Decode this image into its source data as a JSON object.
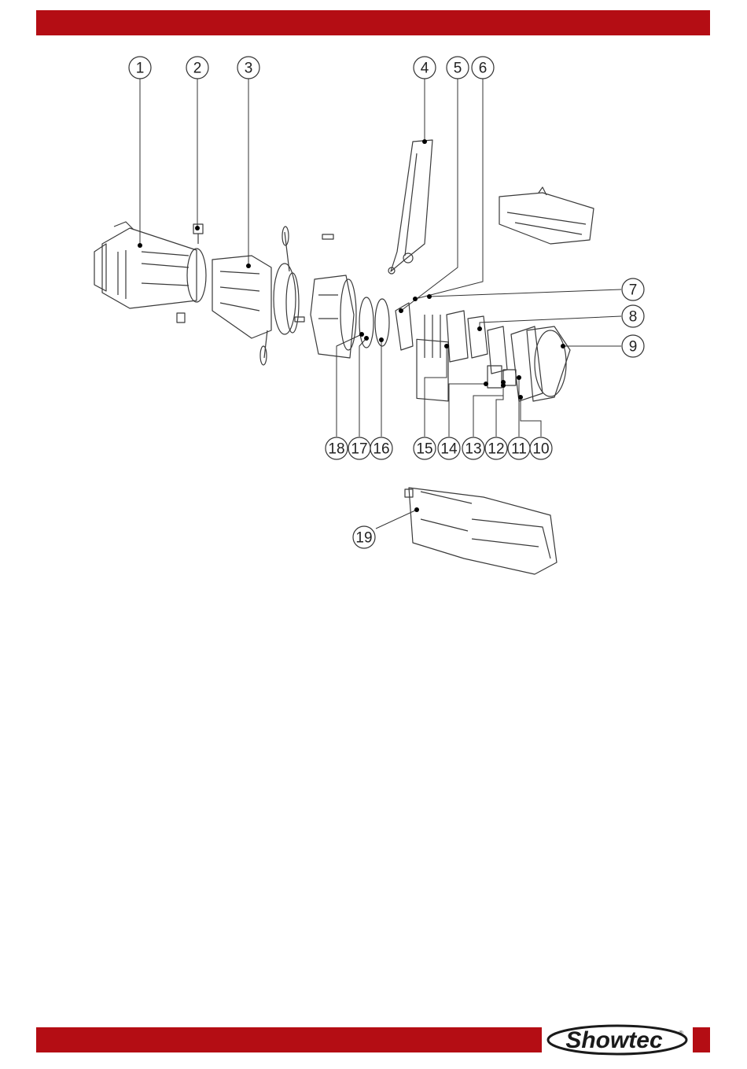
{
  "callouts": [
    {
      "label": "1"
    },
    {
      "label": "2"
    },
    {
      "label": "3"
    },
    {
      "label": "4"
    },
    {
      "label": "5"
    },
    {
      "label": "6"
    },
    {
      "label": "7"
    },
    {
      "label": "8"
    },
    {
      "label": "9"
    },
    {
      "label": "10"
    },
    {
      "label": "11"
    },
    {
      "label": "12"
    },
    {
      "label": "13"
    },
    {
      "label": "14"
    },
    {
      "label": "15"
    },
    {
      "label": "16"
    },
    {
      "label": "17"
    },
    {
      "label": "18"
    },
    {
      "label": "19"
    }
  ],
  "footer": {
    "logo_text": "Showtec",
    "logo_mark": "®"
  },
  "colors": {
    "brand_red": "#b40d14",
    "line": "#333333"
  }
}
